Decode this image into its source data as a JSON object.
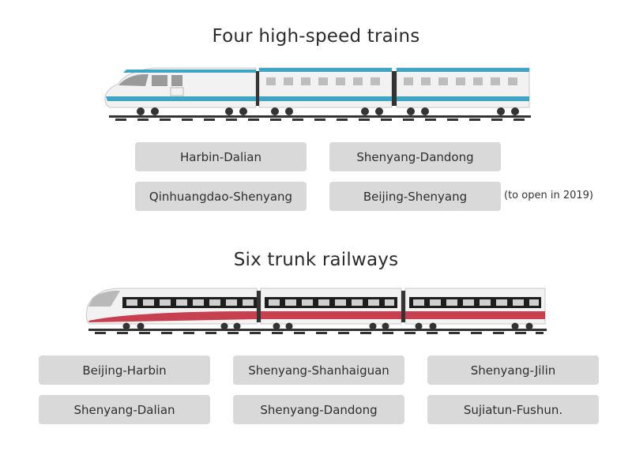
{
  "high_speed": {
    "title": "Four high-speed trains",
    "routes": [
      "Harbin-Dalian",
      "Shenyang-Dandong",
      "Qinhuangdao-Shenyang",
      "Beijing-Shenyang"
    ],
    "note": "(to open in 2019)"
  },
  "trunk": {
    "title": "Six trunk railways",
    "routes": [
      "Beijing-Harbin",
      "Shenyang-Shanhaiguan",
      "Shenyang-Jilin",
      "Shenyang-Dalian",
      "Shenyang-Dandong",
      "Sujiatun-Fushun."
    ]
  },
  "colors": {
    "pill_bg": "#d9d9d9",
    "train1_accent": "#3ea6c4",
    "train2_accent": "#c6404f",
    "train_body": "#f2f2f2",
    "window_dark": "#1e1e1e",
    "rail": "#333333"
  },
  "icons": [
    "high-speed-train-icon",
    "trunk-train-icon"
  ]
}
